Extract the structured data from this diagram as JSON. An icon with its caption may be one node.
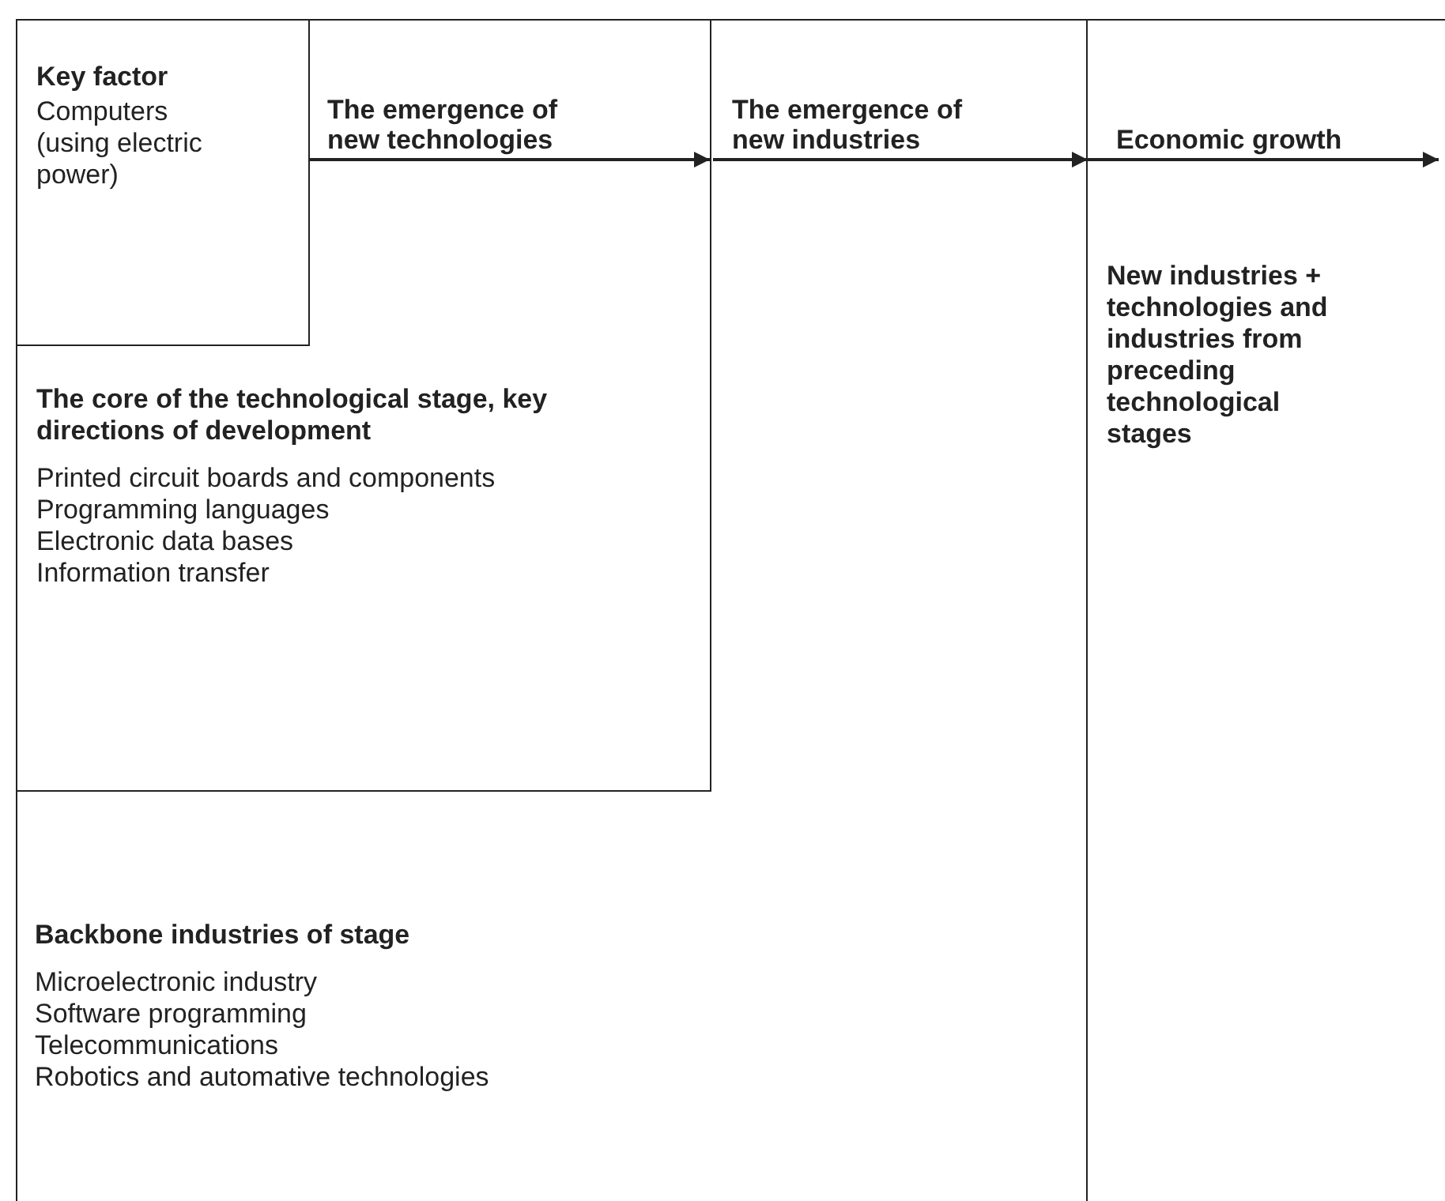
{
  "diagram": {
    "nodes": [
      {
        "text": [
          "Backbone industries of stage",
          "Microelectronic industry",
          "Software programming",
          "Telecommunications",
          "Robotics and automative technologies"
        ]
      },
      {
        "text": [
          "The core of the technological stage, key directions of development",
          "Printed circuit boards and components",
          "Programming languages",
          "Electronic data bases",
          "Information transfer"
        ],
        "in": 0
      },
      {
        "text": [
          "Key factor",
          "Computers (using electric power)"
        ],
        "in": 1
      },
      {
        "text": [
          "New industries + technologies and industries from preceding technological stages"
        ]
      }
    ],
    "edges": [
      {
        "from": 2,
        "to": 1,
        "arrow": "to",
        "label": "The emergence of new technologies"
      },
      {
        "from": 1,
        "to": 3,
        "arrow": "to",
        "label": "The emergence of new industries"
      },
      {
        "from": 3,
        "to": null,
        "arrow": "to",
        "label": "Economic growth"
      }
    ]
  }
}
